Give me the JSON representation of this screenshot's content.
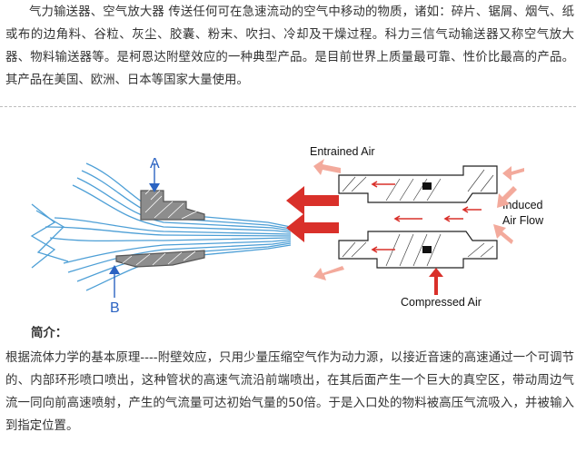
{
  "intro_text": "气力输送器、空气放大器 传送任何可在急速流动的空气中移动的物质，诸如：碎片、锯屑、烟气、纸或布的边角料、谷粒、灰尘、胶囊、粉末、吹扫、冷却及干燥过程。科力三信气动输送器又称空气放大器、物料输送器等。是柯恩达附壁效应的一种典型产品。是目前世界上质量最可靠、性价比最高的产品。其产品在美国、欧洲、日本等国家大量使用。",
  "diagram": {
    "label_a": "A",
    "label_b": "B",
    "entrained_air": "Entrained Air",
    "induced_air_line1": "Induced",
    "induced_air_line2": "Air Flow",
    "compressed_air": "Compressed Air"
  },
  "section_heading": "简介：",
  "summary_text": "根据流体力学的基本原理----附壁效应，只用少量压缩空气作为动力源，以接近音速的高速通过一个可调节的、内部环形喷口喷出，这种管状的高速气流沿前端喷出，在其后面产生一个巨大的真空区，带动周边气流一同向前高速喷射，产生的气流量可达初始气量的50倍。于是入口处的物料被高压气流吸入，并被输入到指定位置。",
  "colors": {
    "text": "#333333",
    "flow_blue": "#4d9fd6",
    "label_blue": "#2b63c2",
    "arrow_red": "#d9302a",
    "arrow_pink": "#f3aa9c"
  }
}
